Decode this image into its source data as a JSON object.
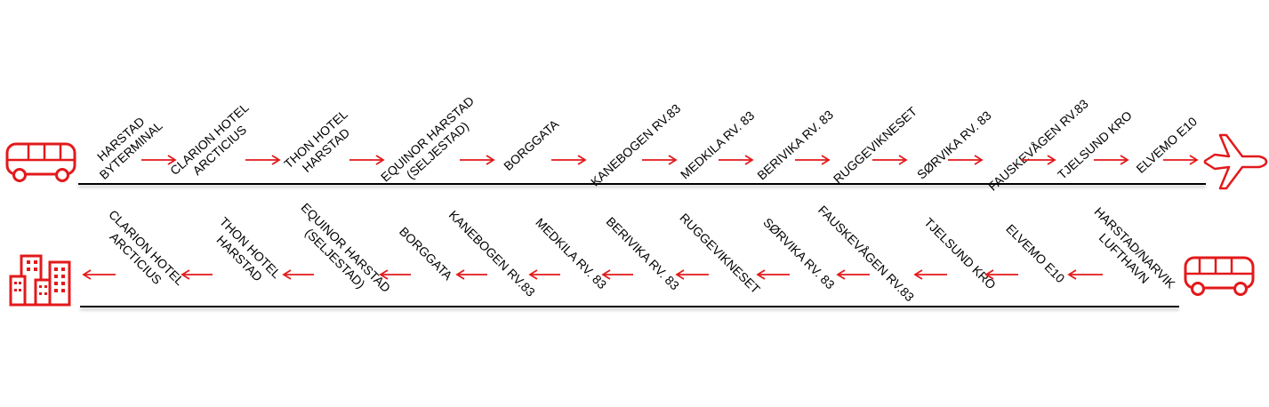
{
  "colors": {
    "accent": "#e3191b",
    "text": "#000000",
    "rule": "#000000"
  },
  "outbound": {
    "start_icon": "bus-icon",
    "end_icon": "airplane-icon",
    "stops": [
      [
        "HARSTAD",
        "BYTERMINAL"
      ],
      [
        "CLARION HOTEL",
        "ARCTICIUS"
      ],
      [
        "THON HOTEL",
        "HARSTAD"
      ],
      [
        "EQUINOR HARSTAD",
        "(SELJESTAD)"
      ],
      [
        "BORGGATA"
      ],
      [
        "KANEBOGEN RV.83"
      ],
      [
        "MEDKILA RV. 83"
      ],
      [
        "BERIVIKA RV. 83"
      ],
      [
        "RUGGEVIKNESET"
      ],
      [
        "SØRVIKA RV. 83"
      ],
      [
        "FAUSKEVÅGEN RV.83"
      ],
      [
        "TJELSUND KRO"
      ],
      [
        "ELVEMO E10"
      ]
    ]
  },
  "inbound": {
    "start_icon": "bus-icon",
    "end_icon": "city-buildings-icon",
    "stops": [
      [
        "HARSTAD/NARVIK",
        "LUFTHAVN"
      ],
      [
        "ELVEMO E10"
      ],
      [
        "TJELSUND KRO"
      ],
      [
        "FAUSKEVÅGEN RV.83"
      ],
      [
        "SØRVIKA RV. 83"
      ],
      [
        "RUGGEVIKNESET"
      ],
      [
        "BERIVIKA RV. 83"
      ],
      [
        "MEDKILA RV. 83"
      ],
      [
        "KANEBOGEN RV.83"
      ],
      [
        "BORGGATA"
      ],
      [
        "EQUINOR HARSTAD",
        "(SELJESTAD)"
      ],
      [
        "THON HOTEL",
        "HARSTAD"
      ],
      [
        "CLARION HOTEL",
        "ARCTICIUS"
      ]
    ]
  }
}
